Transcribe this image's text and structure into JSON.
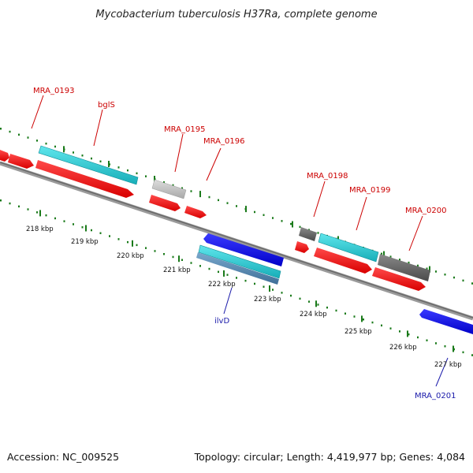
{
  "header": {
    "title": "Mycobacterium tuberculosis H37Ra, complete genome"
  },
  "footer": {
    "accession": "Accession: NC_009525",
    "topology": "Topology: circular; Length: 4,419,977 bp; Genes: 4,084"
  },
  "axis_labels": [
    "218 kbp",
    "219 kbp",
    "220 kbp",
    "221 kbp",
    "222 kbp",
    "223 kbp",
    "224 kbp",
    "225 kbp",
    "226 kbp",
    "227 kbp"
  ],
  "gene_labels": [
    "MRA_0193",
    "bglS",
    "MRA_0195",
    "MRA_0196",
    "MRA_0198",
    "MRA_0199",
    "MRA_0200",
    "ilvD",
    "MRA_0201"
  ],
  "colors": {
    "forward_cds": "#ee1111",
    "reverse_cds": "#1111dd",
    "rrna_like": "#22c8d0",
    "gray_feature": "#666666",
    "light_feature": "#bbbbbb",
    "tick_green": "#1a7a1a",
    "backbone": "#777777"
  }
}
